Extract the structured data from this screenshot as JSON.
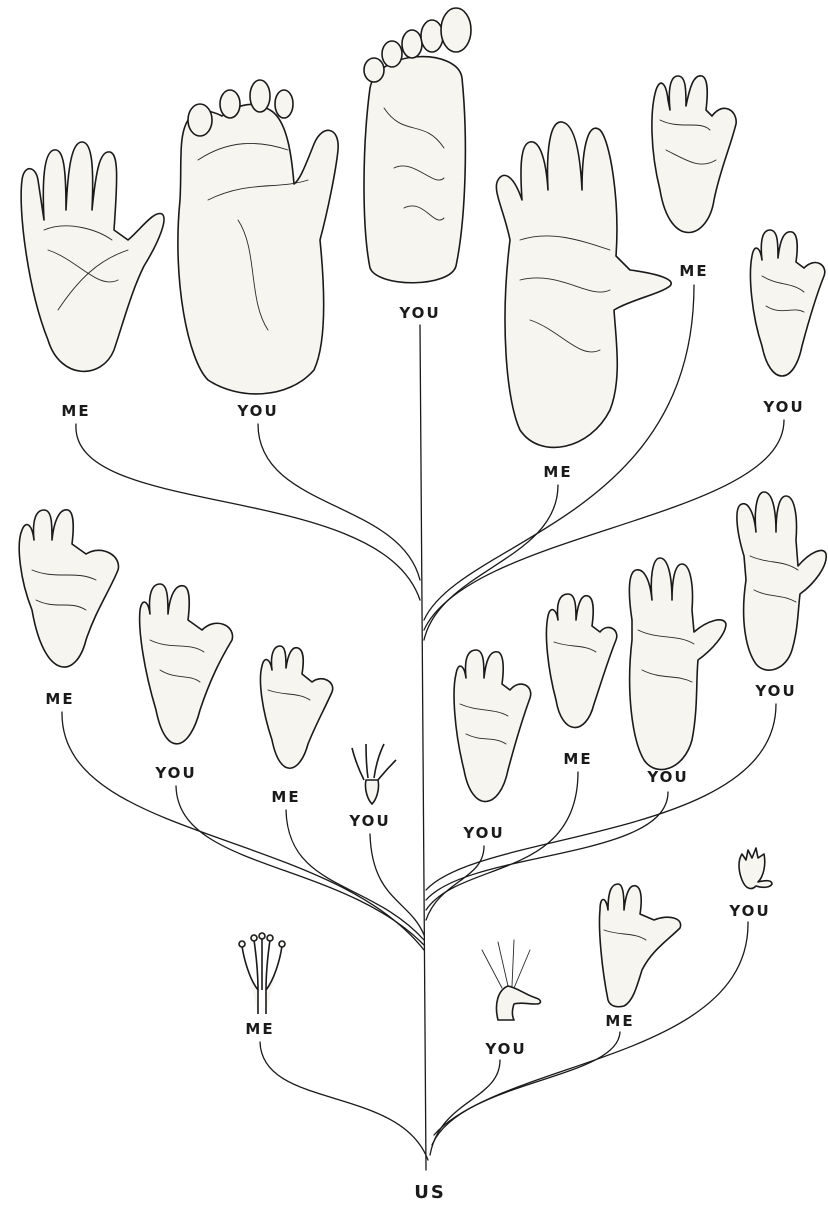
{
  "root_label": "US",
  "labels": [
    "ME",
    "YOU",
    "YOU",
    "ME",
    "ME",
    "YOU",
    "ME",
    "YOU",
    "ME",
    "YOU",
    "YOU",
    "ME",
    "YOU",
    "YOU",
    "ME",
    "YOU",
    "ME",
    "YOU"
  ]
}
